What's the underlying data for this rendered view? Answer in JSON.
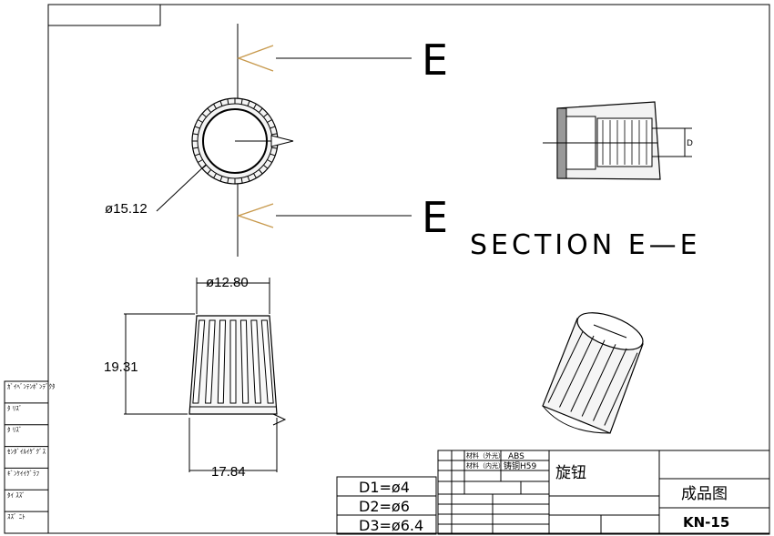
{
  "section_marker": "E",
  "section_title": "SECTION E—E",
  "dimensions": {
    "top_diameter": "ø15.12",
    "side_top_diameter": "ø12.80",
    "height": "19.31",
    "base_width": "17.84",
    "shaft_label": "D"
  },
  "d_values": [
    {
      "label": "D1=ø4"
    },
    {
      "label": "D2=ø6"
    },
    {
      "label": "D3=ø6.4"
    }
  ],
  "title_block": {
    "material_outer_label": "材料（外光）",
    "material_outer": "ABS",
    "material_inner_label": "材料（内光）",
    "material_inner": "铸铜H59",
    "part_name": "旋钮",
    "drawing_type": "成品图",
    "part_number": "KN-15"
  },
  "side_table": [
    "ｶﾞｲﾍﾞﾝﾃﾝﾎﾟﾝﾃﾞｸﾀ",
    "ﾀ  ﾘｽﾞ",
    "ﾀ  ﾘｽﾞ",
    "ｾﾝﾀﾞｲﾙｲｹﾞｸﾞｽ",
    "ｷﾞﾝｹｲｲｸﾞﾗﾌ",
    "ﾀｲ  ｽｽﾞ",
    "ｽｽﾞ  ﾆﾄ"
  ]
}
